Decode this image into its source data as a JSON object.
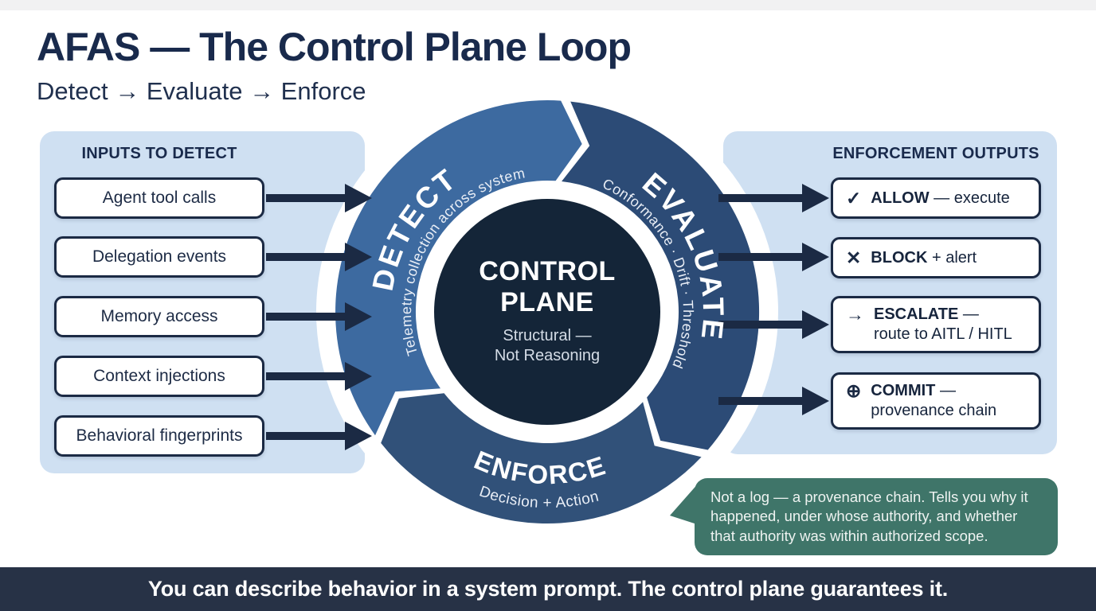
{
  "header": {
    "title": "AFAS — The Control Plane Loop",
    "subtitle": "Detect → Evaluate → Enforce"
  },
  "inputs": {
    "header": "INPUTS TO DETECT",
    "items": [
      {
        "label": "Agent tool calls"
      },
      {
        "label": "Delegation events"
      },
      {
        "label": "Memory access"
      },
      {
        "label": "Context injections"
      },
      {
        "label": "Behavioral fingerprints"
      }
    ]
  },
  "outputs": {
    "header": "ENFORCEMENT OUTPUTS",
    "items": [
      {
        "icon": "check-icon",
        "glyph": "✓",
        "name": "ALLOW",
        "suffix": "— execute",
        "line2": ""
      },
      {
        "icon": "x-icon",
        "glyph": "✕",
        "name": "BLOCK",
        "suffix": "+ alert",
        "line2": ""
      },
      {
        "icon": "arrow-right-icon",
        "glyph": "→",
        "name": "ESCALATE",
        "suffix": "—",
        "line2": "route to AITL / HITL"
      },
      {
        "icon": "circle-plus-icon",
        "glyph": "⊕",
        "name": "COMMIT",
        "suffix": "—",
        "line2": "provenance chain"
      }
    ]
  },
  "ring": {
    "segments": [
      {
        "id": "detect",
        "label": "DETECT",
        "sublabel": "Telemetry collection across system",
        "color": "#3d6aa0"
      },
      {
        "id": "evaluate",
        "label": "EVALUATE",
        "sublabel": "Conformance · Drift · Threshold",
        "color": "#2c4b76"
      },
      {
        "id": "enforce",
        "label": "ENFORCE",
        "sublabel": "Decision + Action",
        "color": "#315179"
      }
    ],
    "center": {
      "title1": "CONTROL",
      "title2": "PLANE",
      "sub1": "Structural —",
      "sub2": "Not Reasoning",
      "color": "#142538"
    }
  },
  "note": {
    "text": "Not a log — a provenance chain. Tells you why it happened, under whose authority, and whether that authority was within authorized scope.",
    "color": "#3f7569"
  },
  "footer": {
    "text": "You can describe behavior in a system prompt. The control plane guarantees it."
  },
  "colors": {
    "navy": "#1b2a44",
    "title": "#192a4c",
    "panel": "#cfe0f2",
    "note": "#3f7569",
    "footer": "#273246",
    "center": "#142538"
  }
}
